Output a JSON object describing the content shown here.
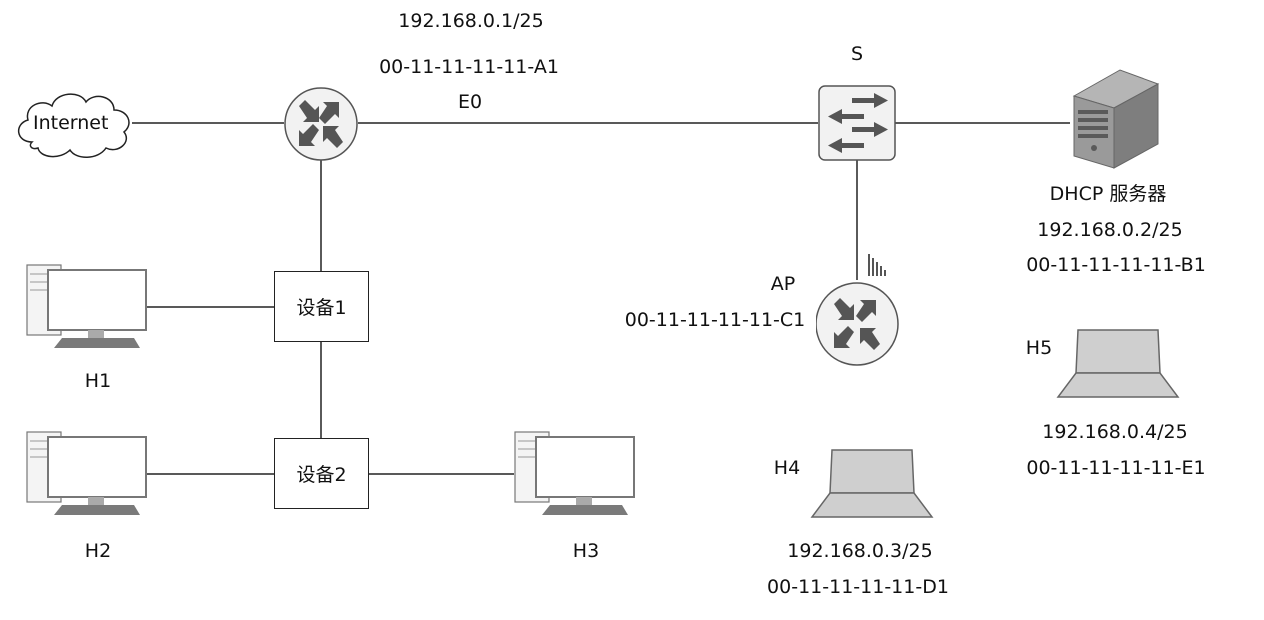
{
  "internet": {
    "label": "Internet"
  },
  "router": {
    "ip": "192.168.0.1/25",
    "mac": "00-11-11-11-11-A1",
    "port": "E0"
  },
  "switch": {
    "label": "S"
  },
  "dhcp_server": {
    "label": "DHCP 服务器",
    "ip": "192.168.0.2/25",
    "mac": "00-11-11-11-11-B1"
  },
  "ap": {
    "label": "AP",
    "mac": "00-11-11-11-11-C1"
  },
  "device1": {
    "label": "设备1"
  },
  "device2": {
    "label": "设备2"
  },
  "h1": {
    "label": "H1"
  },
  "h2": {
    "label": "H2"
  },
  "h3": {
    "label": "H3"
  },
  "h4": {
    "label": "H4",
    "ip": "192.168.0.3/25",
    "mac": "00-11-11-11-11-D1"
  },
  "h5": {
    "label": "H5",
    "ip": "192.168.0.4/25",
    "mac": "00-11-11-11-11-E1"
  },
  "colors": {
    "line": "#222222",
    "router_fill": "#f2f2f2",
    "arrow": "#555555",
    "monitor_outline": "#777777",
    "server_body": "#8a8a8a",
    "laptop_fill": "#cfcfcf"
  }
}
